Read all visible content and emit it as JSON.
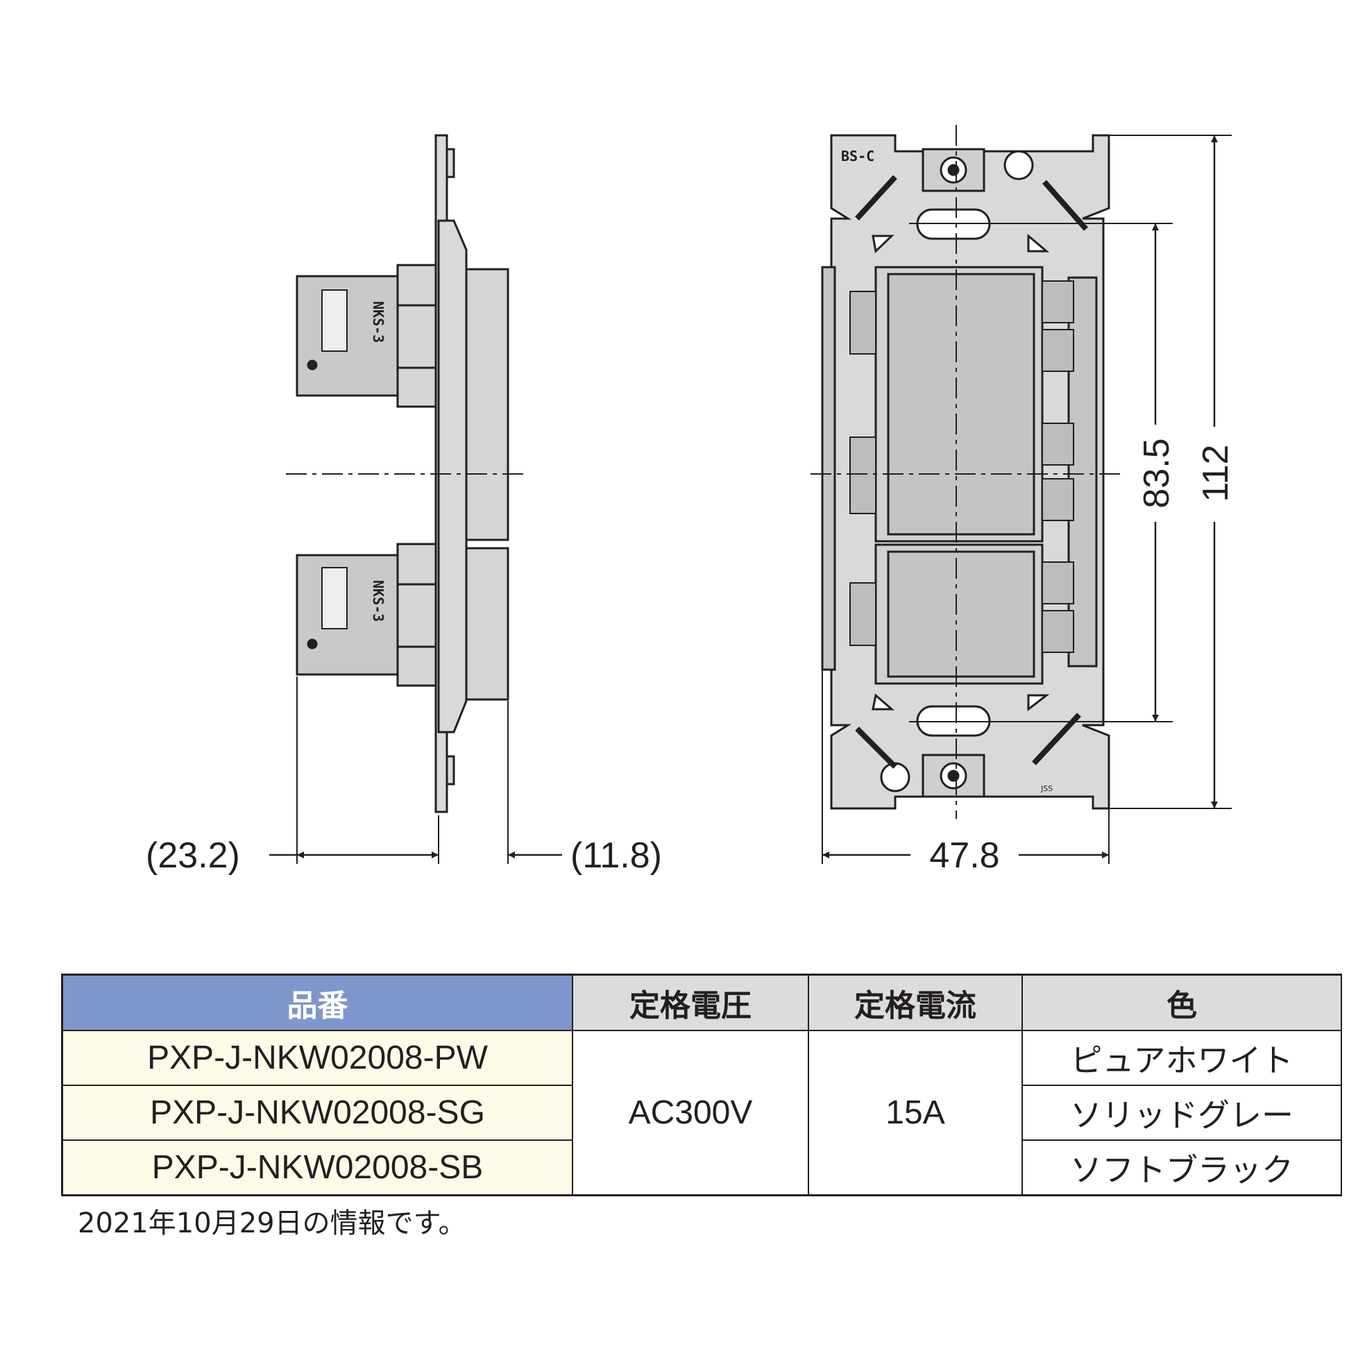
{
  "dimensions": {
    "side_left_depth": "(23.2)",
    "side_right_depth": "(11.8)",
    "front_width": "47.8",
    "front_inner_height": "83.5",
    "front_total_height": "112"
  },
  "labels": {
    "module_upper": "NKS-3",
    "module_lower": "NKS-3",
    "front_top_mark": "BS-C",
    "front_bottom_mark": "JSS"
  },
  "table": {
    "headers": [
      "品番",
      "定格電圧",
      "定格電流",
      "色"
    ],
    "rows": [
      {
        "part": "PXP-J-NKW02008-PW",
        "color": "ピュアホワイト"
      },
      {
        "part": "PXP-J-NKW02008-SG",
        "color": "ソリッドグレー"
      },
      {
        "part": "PXP-J-NKW02008-SB",
        "color": "ソフトブラック"
      }
    ],
    "voltage": "AC300V",
    "current": "15A"
  },
  "note": "2021年10月29日の情報です。",
  "colors": {
    "line": "#231f20",
    "part_fill": "#d9d9d9",
    "part_dark": "#b8b8b8",
    "header_blue": "#7f96cc",
    "header_gray": "#dcdcdc",
    "row_cream": "#fdfbe7"
  }
}
